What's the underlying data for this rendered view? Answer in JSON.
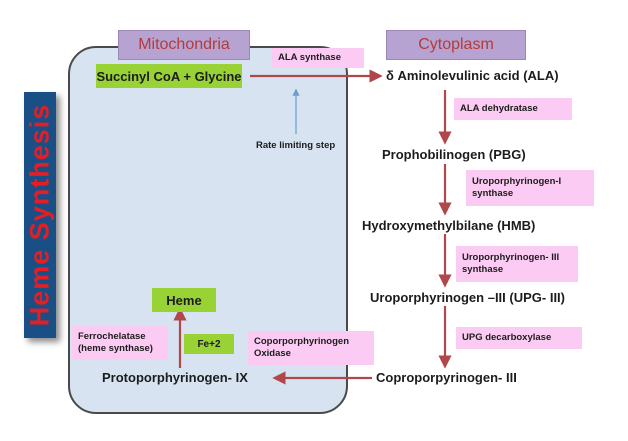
{
  "headers": {
    "mitochondria": "Mitochondria",
    "cytoplasm": "Cytoplasm"
  },
  "banner_title": "Heme Synthesis",
  "substrates": {
    "start": "Succinyl CoA + Glycine",
    "ala": "δ Aminolevulinic acid (ALA)",
    "pbg": "Prophobilinogen (PBG)",
    "hmb": "Hydroxymethylbilane (HMB)",
    "upg": "Uroporphyrinogen –III (UPG- III)",
    "copro": "Coproporpyrinogen- III",
    "proto": "Protoporphyrinogen- IX",
    "heme": "Heme"
  },
  "enzymes": {
    "ala_synthase": "ALA synthase",
    "ala_dehydratase": "ALA dehydratase",
    "uro1_line1": "Uroporphyrinogen-I",
    "uro1_line2": "synthase",
    "uro3_line1": "Uroporphyrinogen- III",
    "uro3_line2": "synthase",
    "upg_decarb": "UPG decarboxylase",
    "copro_ox_line1": "Coporporphyrinogen",
    "copro_ox_line2": "Oxidase",
    "ferro_line1": "Ferrochelatase",
    "ferro_line2": "(heme synthase)"
  },
  "cofactor": "Fe+2",
  "annotation": "Rate limiting step",
  "colors": {
    "arrow": "#b0474a",
    "note_arrow": "#6c9fcf",
    "header_bg": "#b7a3d1",
    "header_text": "#b53a3a",
    "green_box": "#99d234",
    "pink_box": "#fccbf3",
    "banner_bg": "#1a4f86",
    "banner_text": "#e31e24",
    "mito_bg": "#d7e3f0"
  }
}
